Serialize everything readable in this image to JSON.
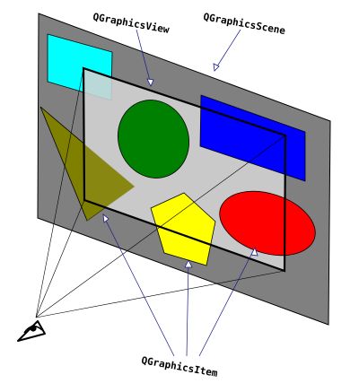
{
  "labels": {
    "view": "QGraphicsView",
    "scene": "QGraphicsScene",
    "item": "QGraphicsItem"
  },
  "colors": {
    "scene_fill": "#808080",
    "view_fill": "#d3d3d3",
    "cyan_rect": "#00ffff",
    "olive_triangle": "#808000",
    "green_ellipse": "#008000",
    "blue_rect": "#0000ff",
    "yellow_pentagon": "#ffff00",
    "red_ellipse": "#ff0000",
    "pointer_blue": "#1a1a8c"
  },
  "icons": {
    "viewer": "eye-icon"
  }
}
